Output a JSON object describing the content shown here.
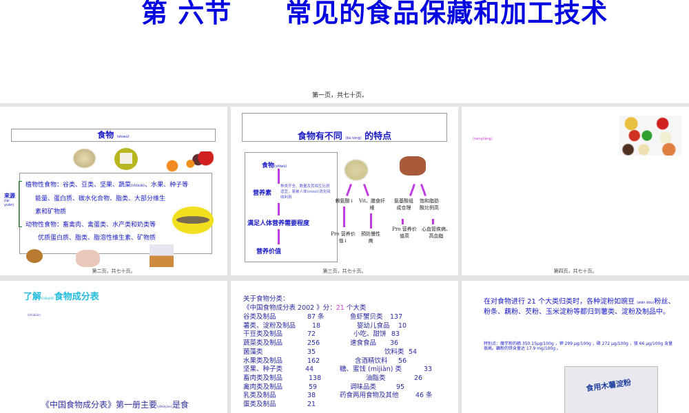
{
  "slide1": {
    "title": "第 六节　　常见的食品保藏和加工技术",
    "footer": "第一页，共七十页。"
  },
  "slide2": {
    "heading": "食物",
    "heading_py": "(shíwù)",
    "source_label": "来源",
    "source_py": "(lái yuán)",
    "lines": [
      "植物性食物：谷类、豆类、坚果、蔬菜",
      "(shūcài)",
      "、水果、种子等",
      "能量、蛋白质、碳水化合物、脂类、大部分维生",
      "素和矿物质",
      "动物性食物：畜禽肉、禽蛋类、水产类和奶类等",
      "优质蛋白质、脂类、脂溶性维生素、矿物质"
    ],
    "footer": "第二页，共七十页。"
  },
  "slide3": {
    "heading": "食物有不同",
    "heading_py": "(bù tóng)",
    "heading_end": "的特点",
    "chain": [
      "食物",
      "营养素",
      "满足人体营养需要程度",
      "营养价值"
    ],
    "chain_py": "(shíwù)",
    "note": "种类齐全、数量及其相互比例适宜，易被人体(réntǐ)消化吸收利用",
    "grain_a": "赖氨酸↓",
    "grain_b": "Vit、膳食纤维",
    "grain_a2": "Pro 营养价值↓",
    "grain_b2": "预防慢性病",
    "meat_a": "氨基酸组成合理",
    "meat_b": "饱和脂肪酸比例高",
    "meat_a2": "Pro 营养价值高",
    "meat_b2": "心血管疾病、高血脂",
    "footer": "第三页，共七十页。"
  },
  "slide4": {
    "note": "(néngliàng)",
    "footer": "第四页，共七十页。"
  },
  "slide5": {
    "heading": "了解",
    "heading_py": "(liǎojiě)",
    "heading_end": "食物成分表",
    "note": "(zhǔbiān)",
    "body": "《中国食物成分表》第一册主要",
    "body_py": "(zhǔyào)",
    "body_end": "是食"
  },
  "slide6": {
    "intro": "关于食物分类：",
    "subtitle_a": "《中国食物成分表 2002 》分：",
    "subtitle_num": "21",
    "subtitle_b": " 个大类",
    "rows": [
      [
        "谷类及制品",
        "87 条",
        "鱼虾蟹贝类",
        "137"
      ],
      [
        "薯类、淀粉及制品",
        "18",
        "婴幼儿食品",
        "10"
      ],
      [
        "干豆类及制品",
        "72",
        "小吃、甜饼",
        "83"
      ],
      [
        "蔬菜类及制品",
        "256",
        "速食食品",
        "36"
      ],
      [
        "菌藻类",
        "35",
        "饮料类",
        "54"
      ],
      [
        "水果类及制品",
        "162",
        "含酒精饮料",
        "56"
      ],
      [
        "坚果、种子类",
        "44",
        "糖、蜜饯 (mìjiàn) 类",
        "33"
      ],
      [
        "畜肉类及制品",
        "138",
        "油脂类",
        "26"
      ],
      [
        "禽肉类及制品",
        "59",
        "调味品类",
        "95"
      ],
      [
        "乳类及制品",
        "38",
        "药食两用食物及其他",
        "46 条"
      ],
      [
        "蛋类及制品",
        "21",
        "",
        ""
      ]
    ],
    "accent": "#d040d0"
  },
  "slide7": {
    "para": "在对食物进行 21 个大类归类时，各种淀粉如豌豆",
    "para_py": "(wān dòu)",
    "para_end": "粉丝、粉条、藕粉、芡粉、玉米淀粉等都归到薯类、淀粉及制品中。",
    "special": "特别点：魔芋粉的硒 350.15μg/100g ，钾 299 μg/100g ，磷 272 μg/100g ，镁 66 μg/100g 含量很高。藕粉的铁含量达 17.9 mg/100g 。",
    "bag_label": "食用木薯淀粉"
  },
  "colors": {
    "title_blue": "#0000e0",
    "text_blue": "#1a1ac8",
    "cyan": "#22bbdd",
    "arrow": "#c03ce0"
  }
}
